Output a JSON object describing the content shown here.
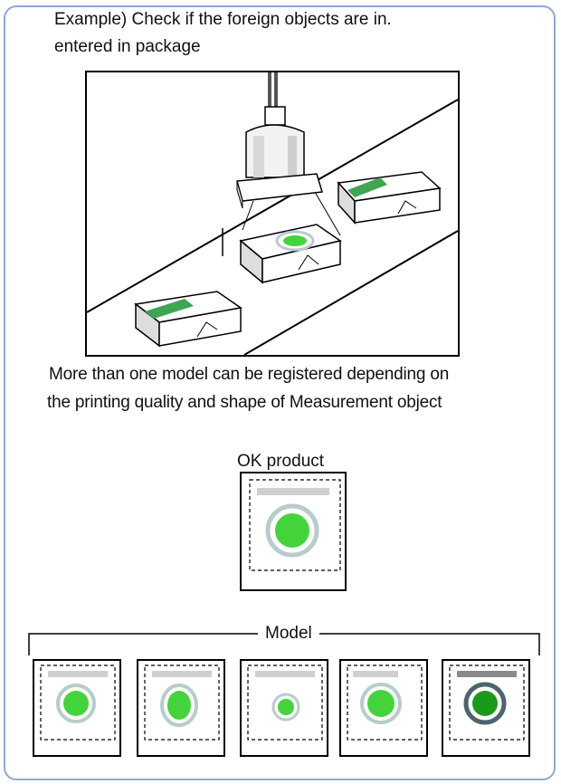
{
  "heading": {
    "line1": "Example) Check if the foreign objects are in.",
    "line2": "entered in package"
  },
  "description": {
    "line1": "More than one model can be registered depending on",
    "line2": "the printing quality and shape of Measurement object"
  },
  "ok_product": {
    "label": "OK product"
  },
  "models": {
    "label": "Model",
    "count": 5
  },
  "colors": {
    "panel_border": "#8fa8d9",
    "green": "#43d43b",
    "dark_green": "#1a9a1a",
    "ring": "#b7cccc",
    "dark_ring": "#4c6470",
    "label_bar": "#cfcfcf",
    "dark_label_bar": "#8a8a8a",
    "stripe": "#3fa552"
  },
  "icons": [
    "camera-icon",
    "package-icon",
    "conveyor-belt"
  ]
}
